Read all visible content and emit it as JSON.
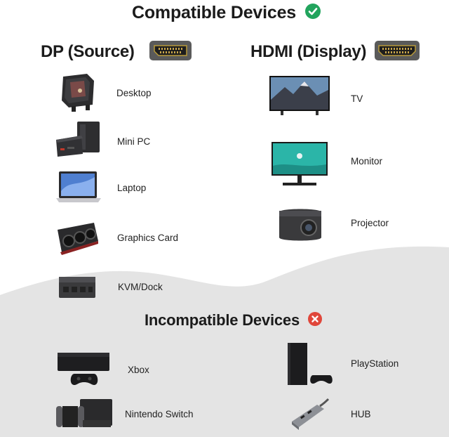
{
  "compatible": {
    "title": "Compatible Devices",
    "icon": "check-circle-icon",
    "color": "#22a45d"
  },
  "dp_column": {
    "heading": "DP (Source)",
    "items": [
      {
        "label": "Desktop",
        "icon": "desktop-pc-icon"
      },
      {
        "label": "Mini PC",
        "icon": "mini-pc-icon"
      },
      {
        "label": "Laptop",
        "icon": "laptop-icon"
      },
      {
        "label": "Graphics Card",
        "icon": "graphics-card-icon"
      },
      {
        "label": "KVM/Dock",
        "icon": "kvm-dock-icon"
      }
    ]
  },
  "hdmi_column": {
    "heading": "HDMI (Display)",
    "items": [
      {
        "label": "TV",
        "icon": "tv-icon"
      },
      {
        "label": "Monitor",
        "icon": "monitor-icon"
      },
      {
        "label": "Projector",
        "icon": "projector-icon"
      }
    ]
  },
  "incompatible": {
    "title": "Incompatible Devices",
    "icon": "x-circle-icon",
    "color": "#e0463a",
    "items": [
      {
        "label": "Xbox",
        "icon": "xbox-console-icon"
      },
      {
        "label": "PlayStation",
        "icon": "playstation-console-icon"
      },
      {
        "label": "Nintendo Switch",
        "icon": "nintendo-switch-icon"
      },
      {
        "label": "HUB",
        "icon": "usb-hub-icon"
      }
    ]
  }
}
